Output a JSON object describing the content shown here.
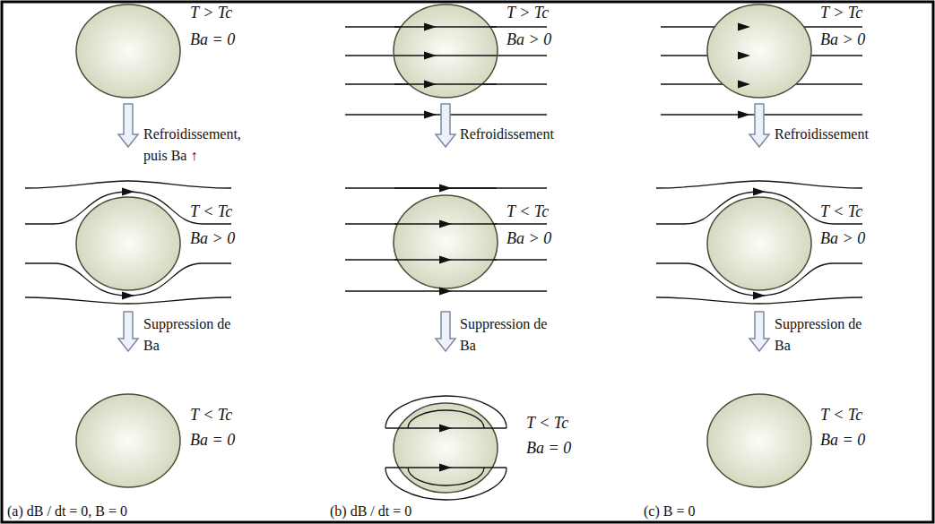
{
  "diagram": {
    "labels": [
      "T > Tc",
      "Ba = 0",
      "Refroidissement, puis Ba ↑",
      "T < Tc",
      "Ba > 0",
      "Suppression de Ba",
      "T < Tc",
      "Ba = 0",
      "(a) dB / dt = 0, B = 0",
      "T > Tc",
      "Ba > 0",
      "Refroidissement",
      "T < Tc",
      "Ba > 0",
      "Suppression de Ba",
      "T < Tc",
      "Ba = 0",
      "(b) dB / dt = 0",
      "T > Tc",
      "Ba > 0",
      "Refroidissement",
      "T < Tc",
      "Ba > 0",
      "Suppression de Ba",
      "T < Tc",
      "Ba = 0",
      "(c) B = 0"
    ]
  }
}
